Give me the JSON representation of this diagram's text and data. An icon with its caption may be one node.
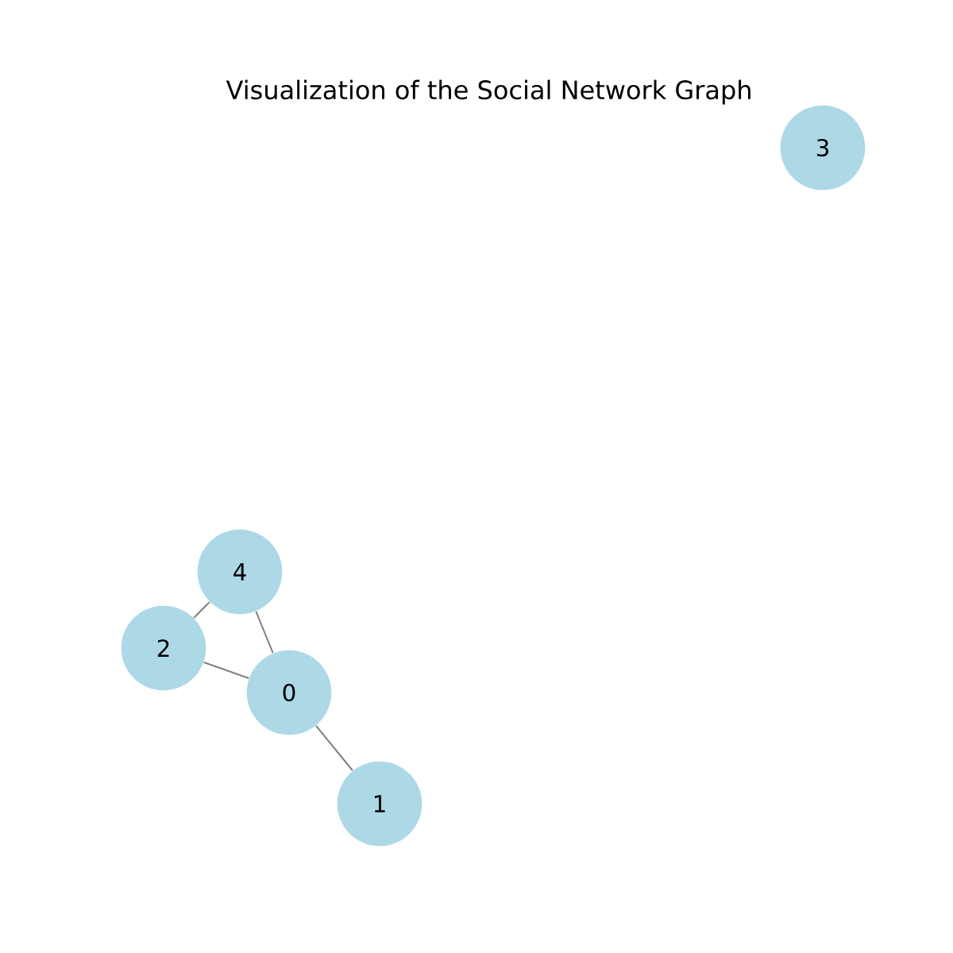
{
  "diagram": {
    "title": "Visualization of the Social Network Graph",
    "nodes": [
      {
        "text": [
          "3"
        ]
      },
      {
        "text": [
          "4"
        ]
      },
      {
        "text": [
          "2"
        ]
      },
      {
        "text": [
          "0"
        ]
      },
      {
        "text": [
          "1"
        ]
      }
    ],
    "edges": [
      {
        "from": 1,
        "to": 2,
        "arrow": "none"
      },
      {
        "from": 1,
        "to": 3,
        "arrow": "none"
      },
      {
        "from": 2,
        "to": 3,
        "arrow": "none"
      },
      {
        "from": 3,
        "to": 4,
        "arrow": "none"
      }
    ]
  }
}
